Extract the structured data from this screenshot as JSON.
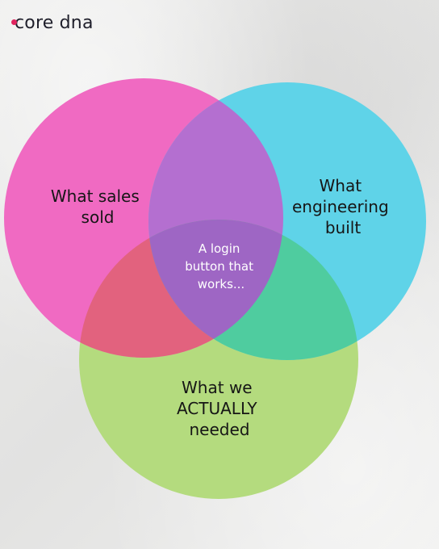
{
  "brand": {
    "logo_text": "core dna",
    "accent_color": "#e0245e"
  },
  "diagram": {
    "sets": [
      {
        "label_lines": [
          "What sales",
          "sold"
        ],
        "color": "#f06ac2"
      },
      {
        "label_lines": [
          "What",
          "engineering",
          "built"
        ],
        "color": "#5fd3e8"
      },
      {
        "label_lines": [
          "What we",
          "ACTUALLY",
          "needed"
        ],
        "color": "#b4db7e"
      }
    ],
    "center_label_lines": [
      "A login",
      "button that",
      "works..."
    ]
  }
}
